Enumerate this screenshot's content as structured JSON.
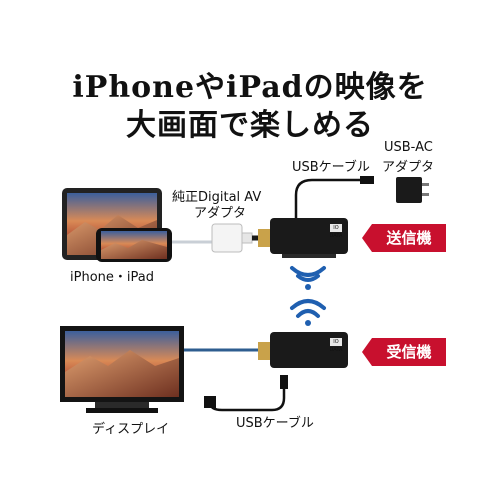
{
  "headline": {
    "line1": "iPhoneやiPadの映像を",
    "line2": "大画面で楽しめる"
  },
  "labels": {
    "usb_cable_top": "USBケーブル",
    "usb_ac_line1": "USB-AC",
    "usb_ac_line2": "アダプタ",
    "genuine_adapter_line1": "純正Digital AV",
    "genuine_adapter_line2": "アダプタ",
    "iphone_ipad": "iPhone・iPad",
    "display": "ディスプレイ",
    "usb_cable_bottom": "USBケーブル"
  },
  "badges": {
    "transmitter": "送信機",
    "receiver": "受信機"
  },
  "device_logo": "IO DATA",
  "colors": {
    "badge_red": "#c8102e",
    "device_black": "#1a1a1a",
    "hdmi_gold": "#c9a24a",
    "wifi_blue": "#1f5fb0"
  }
}
